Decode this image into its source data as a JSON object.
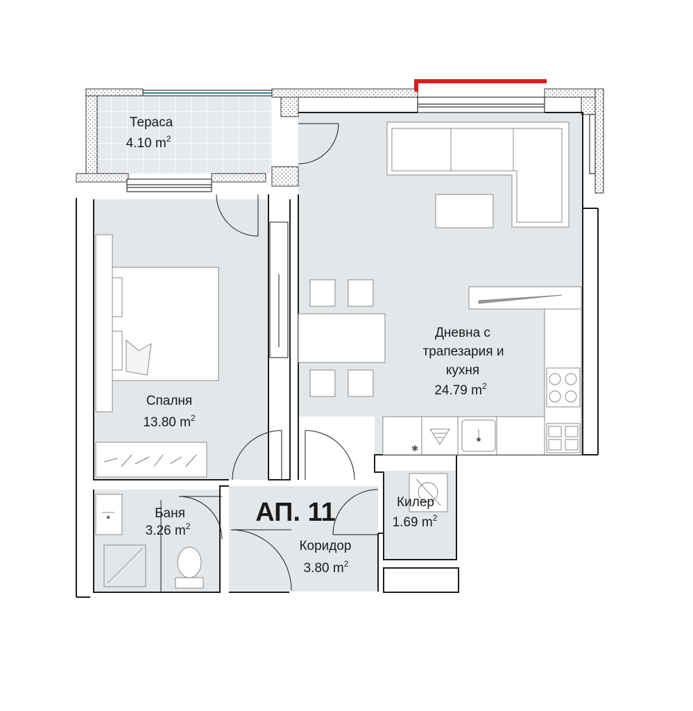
{
  "plan": {
    "apartment_label": "АП. 11",
    "area_unit": "m",
    "area_unit_power": "2",
    "highlight_color": "#e01b1b",
    "room_fill": "#e3e7ea",
    "wall_color": "#1a1a1a",
    "rooms": {
      "terrace": {
        "name": "Тераса",
        "area": "4.10"
      },
      "living": {
        "name_line1": "Дневна с",
        "name_line2": "трапезария и",
        "name_line3": "кухня",
        "area": "24.79"
      },
      "bedroom": {
        "name": "Спалня",
        "area": "13.80"
      },
      "bathroom": {
        "name": "Баня",
        "area": "3.26"
      },
      "corridor": {
        "name": "Коридор",
        "area": "3.80"
      },
      "storage": {
        "name": "Килер",
        "area": "1.69"
      }
    },
    "icons": [
      "stove-icon",
      "sink-icon",
      "hood-icon",
      "toilet-icon",
      "washbasin-icon",
      "shower-icon",
      "sofa-icon",
      "bed-icon"
    ]
  }
}
